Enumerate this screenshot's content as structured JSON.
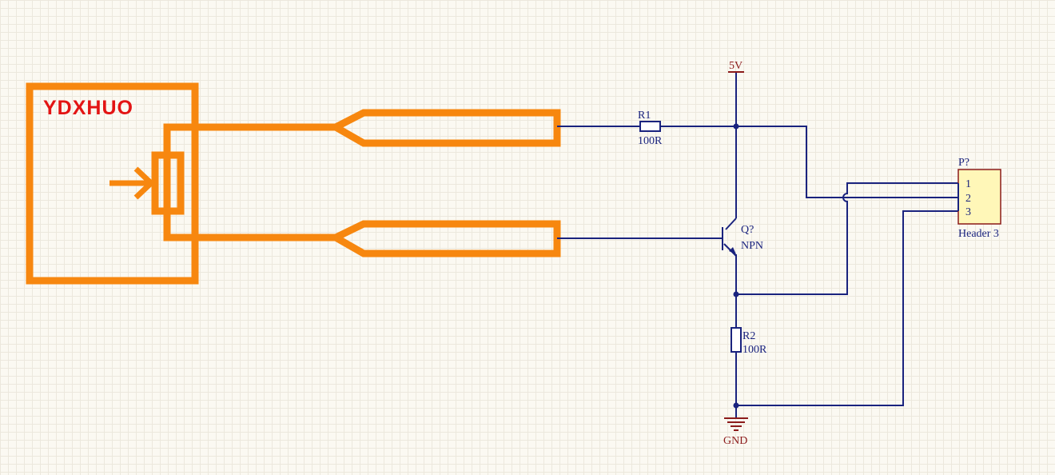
{
  "sensor": {
    "brand": "YDXHUO"
  },
  "r1": {
    "designator": "R1",
    "value": "100R"
  },
  "r2": {
    "designator": "R2",
    "value": "100R"
  },
  "q1": {
    "designator": "Q?",
    "type": "NPN"
  },
  "power": {
    "label": "5V"
  },
  "ground": {
    "label": "GND"
  },
  "header": {
    "designator": "P?",
    "name": "Header 3",
    "pins": [
      "1",
      "2",
      "3"
    ]
  },
  "colors": {
    "sensor_outline": "#f7870f",
    "wire": "#1a237e",
    "power_symbol": "#8b1a1a",
    "header_fill": "#fff7b8",
    "brand_text": "#e31414",
    "background": "#fbf9f2"
  }
}
